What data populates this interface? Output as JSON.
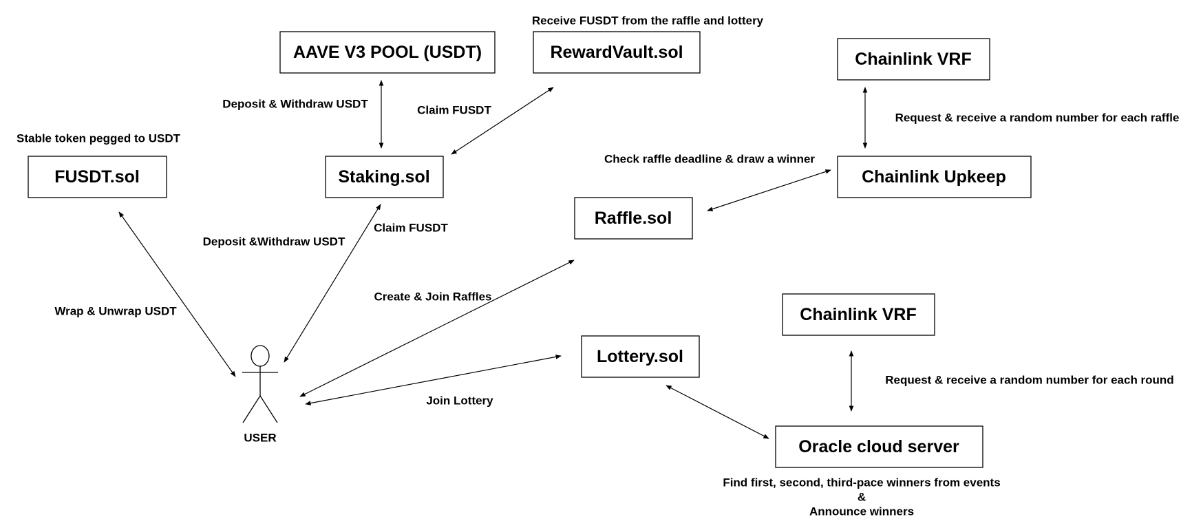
{
  "nodes": {
    "aave": "AAVE V3 POOL (USDT)",
    "reward_vault": "RewardVault.sol",
    "vrf_top": "Chainlink VRF",
    "fusdt": "FUSDT.sol",
    "staking": "Staking.sol",
    "upkeep": "Chainlink Upkeep",
    "raffle": "Raffle.sol",
    "vrf_bottom": "Chainlink VRF",
    "lottery": "Lottery.sol",
    "oracle": "Oracle cloud server"
  },
  "labels": {
    "reward_vault_note": "Receive FUSDT from the raffle and lottery",
    "fusdt_note": "Stable token pegged to USDT",
    "staking_aave": "Deposit & Withdraw USDT",
    "staking_vault": "Claim FUSDT",
    "vrf_upkeep": "Request & receive a random number for each raffle",
    "upkeep_raffle": "Check raffle deadline & draw a winner",
    "user_staking_deposit": "Deposit &Withdraw USDT",
    "user_staking_claim": "Claim FUSDT",
    "user_fusdt": "Wrap & Unwrap USDT",
    "user_raffle": "Create & Join Raffles",
    "user_lottery": "Join Lottery",
    "vrf_oracle": "Request & receive a random number for each round",
    "oracle_line1": "Find first, second, third-pace winners from events",
    "oracle_line2": "&",
    "oracle_line3": "Announce winners"
  },
  "actor": {
    "name": "USER",
    "icon": "stick-figure-icon"
  }
}
